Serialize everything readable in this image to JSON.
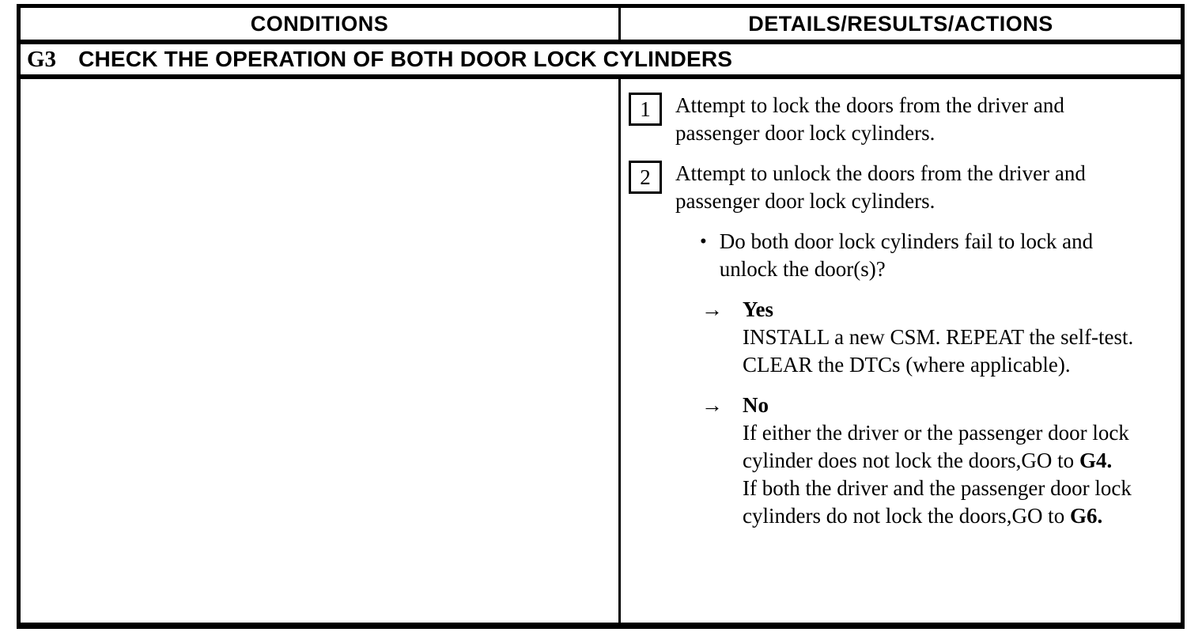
{
  "colors": {
    "ink": "#000000",
    "paper": "#ffffff"
  },
  "table": {
    "header": {
      "left": "CONDITIONS",
      "right": "DETAILS/RESULTS/ACTIONS"
    },
    "section": {
      "code": "G3",
      "title": "CHECK THE OPERATION OF BOTH DOOR LOCK CYLINDERS"
    },
    "conditions_cell": "",
    "steps": [
      {
        "number": "1",
        "text": "Attempt to lock the doors from the driver and passenger door lock cylinders."
      },
      {
        "number": "2",
        "text": "Attempt to unlock the doors from the driver and passenger door lock cylinders."
      }
    ],
    "question": {
      "bullet": "•",
      "text": "Do both door lock cylinders fail to lock and unlock the door(s)?"
    },
    "arrow": "→",
    "outcomes": {
      "yes": {
        "label": "Yes",
        "text": "INSTALL a new CSM.  REPEAT the self-test. CLEAR the DTCs (where applicable)."
      },
      "no": {
        "label": "No",
        "line1_text": "If either the driver or the passenger door lock cylinder does not lock the doors,GO to ",
        "line1_ref": "G4.",
        "line2_text": "If both the driver and the passenger door lock cylinders do not lock the doors,GO to ",
        "line2_ref": "G6."
      }
    }
  }
}
